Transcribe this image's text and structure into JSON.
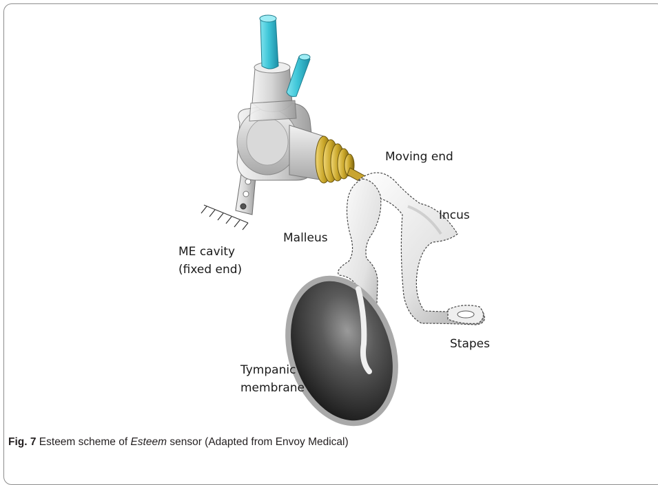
{
  "figure": {
    "labels": {
      "moving_end": "Moving end",
      "incus": "Incus",
      "malleus": "Malleus",
      "me_cavity_line1": "ME cavity",
      "me_cavity_line2": "(fixed end)",
      "stapes": "Stapes",
      "tympanic_line1": "Tympanic",
      "tympanic_line2": "membrane"
    }
  },
  "caption": {
    "fig_number": "Fig. 7",
    "text_before": "Esteem scheme of ",
    "italic_name": "Esteem",
    "text_after": " sensor (Adapted from Envoy Medical)"
  },
  "colors": {
    "cyan_tube": "#3fc6d8",
    "gold_bellows": "#c8a528",
    "gray_body": "#c8c8c8",
    "membrane_dark": "#1e1e1e"
  }
}
